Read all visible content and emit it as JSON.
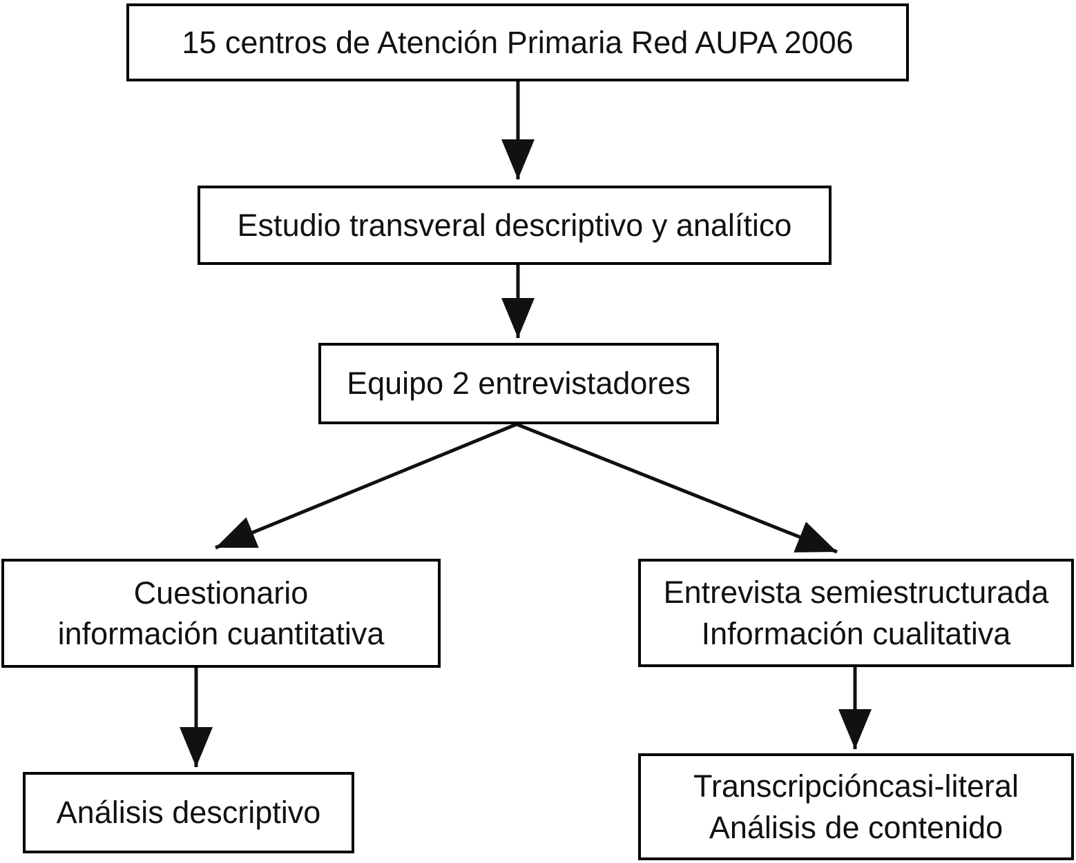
{
  "diagram": {
    "type": "flowchart",
    "nodes": {
      "centros": {
        "lines": [
          "15 centros de Atención Primaria Red AUPA 2006"
        ]
      },
      "estudio": {
        "lines": [
          "Estudio transveral descriptivo y analítico"
        ]
      },
      "equipo": {
        "lines": [
          "Equipo 2 entrevistadores"
        ]
      },
      "cuestionario": {
        "lines": [
          "Cuestionario",
          "información cuantitativa"
        ]
      },
      "entrevista": {
        "lines": [
          "Entrevista semiestructurada",
          "Información cualitativa"
        ]
      },
      "analisis": {
        "lines": [
          "Análisis descriptivo"
        ]
      },
      "transcripcion": {
        "lines": [
          "Transcripcióncasi-literal",
          "Análisis de contenido"
        ]
      }
    },
    "edges": [
      {
        "from": "centros",
        "to": "estudio"
      },
      {
        "from": "estudio",
        "to": "equipo"
      },
      {
        "from": "equipo",
        "to": "cuestionario"
      },
      {
        "from": "equipo",
        "to": "entrevista"
      },
      {
        "from": "cuestionario",
        "to": "analisis"
      },
      {
        "from": "entrevista",
        "to": "transcripcion"
      }
    ],
    "colors": {
      "background": "#ffffff",
      "box_border": "#000000",
      "text": "#111111",
      "arrow": "#111111"
    }
  }
}
